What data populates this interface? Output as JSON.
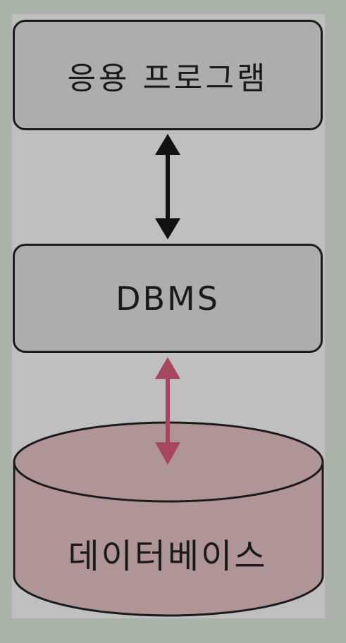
{
  "nodes": {
    "app": {
      "label": "응용 프로그램"
    },
    "dbms": {
      "label": "DBMS"
    },
    "database": {
      "label": "데이터베이스"
    }
  },
  "colors": {
    "background": "#a9b3a7",
    "panel": "#bfbfbf",
    "box_fill": "#adadad",
    "database_fill": "#b09597",
    "outline": "#1b1b1b",
    "app_dbms_arrow": "#111111",
    "dbms_db_arrow": "#a8465f"
  }
}
